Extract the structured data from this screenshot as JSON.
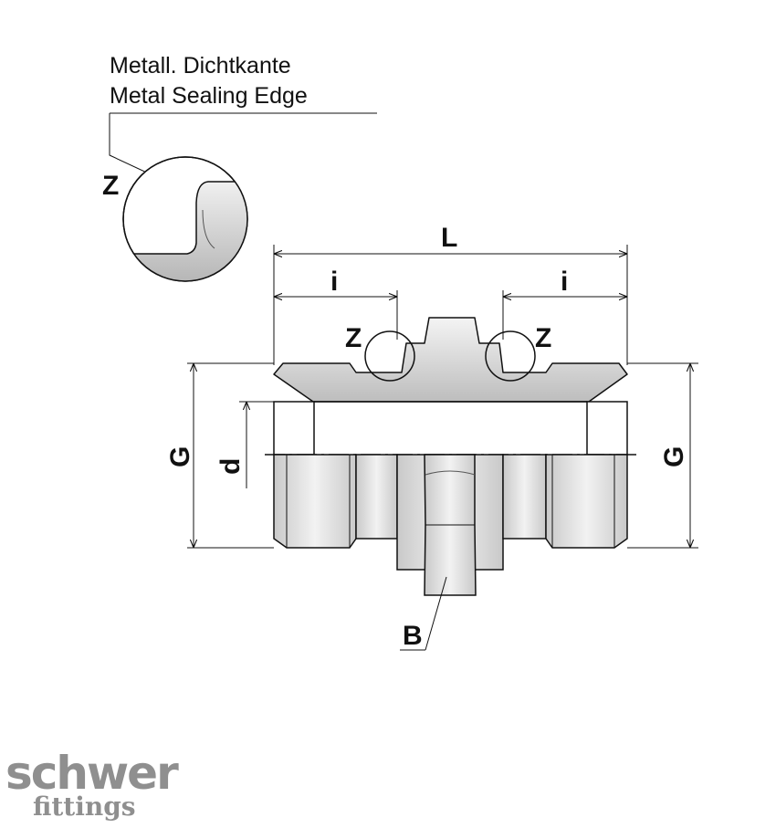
{
  "caption": {
    "line1": "Metall. Dichtkante",
    "line2": "Metal Sealing Edge"
  },
  "dimensions": {
    "detail": "Z",
    "length": "L",
    "thread_length": "i",
    "thread": "G",
    "bore": "d",
    "hex": "B"
  },
  "logo": {
    "main": "schwer",
    "sub": "fittings"
  },
  "colors": {
    "line": "#111111",
    "fill_light": "#f2f2f2",
    "fill_dark": "#b8b8b8",
    "logo": "#8f8f8f"
  }
}
